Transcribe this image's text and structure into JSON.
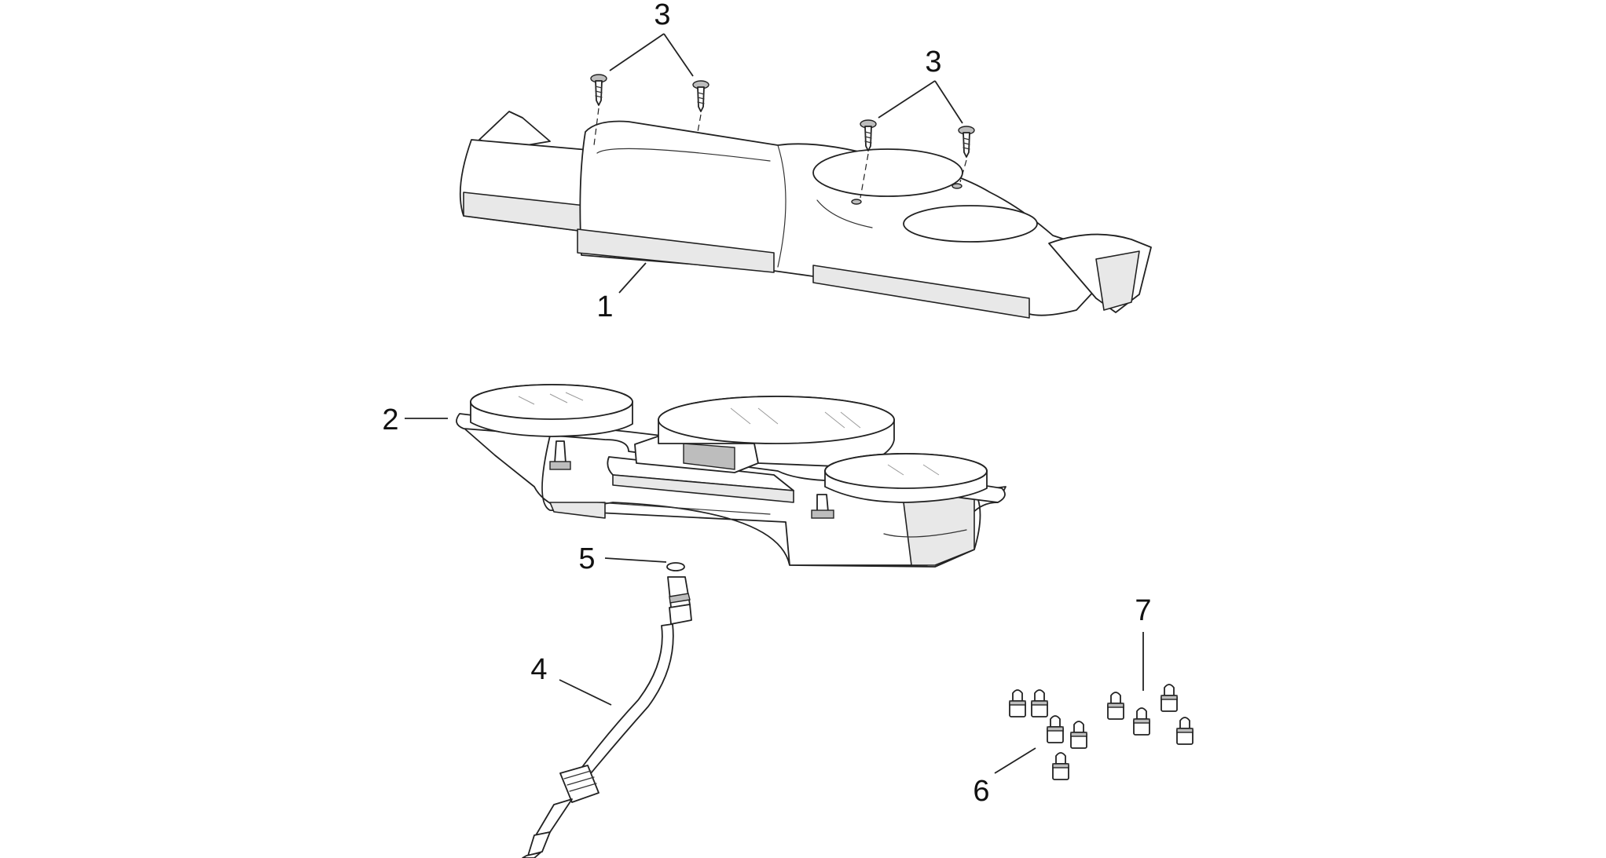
{
  "callouts": {
    "c1": "1",
    "c2": "2",
    "c3a": "3",
    "c3b": "3",
    "c4": "4",
    "c5": "5",
    "c6": "6",
    "c7": "7"
  },
  "colors": {
    "line": "#222222",
    "background": "#ffffff",
    "shade": "#e8e8e8"
  }
}
